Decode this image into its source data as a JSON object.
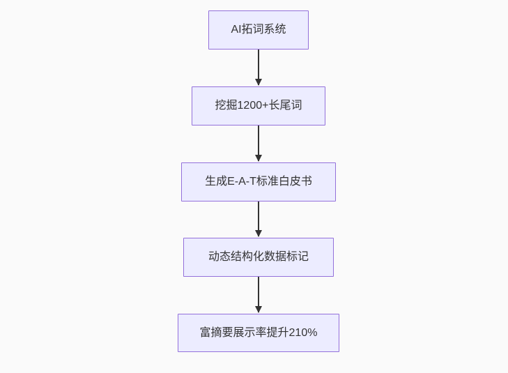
{
  "diagram": {
    "type": "flowchart",
    "direction": "top-down",
    "nodes": [
      {
        "id": "n1",
        "label": "AI拓词系统"
      },
      {
        "id": "n2",
        "label": "挖掘1200+长尾词"
      },
      {
        "id": "n3",
        "label": "生成E-A-T标准白皮书"
      },
      {
        "id": "n4",
        "label": "动态结构化数据标记"
      },
      {
        "id": "n5",
        "label": "富摘要展示率提升210%"
      }
    ],
    "edges": [
      {
        "from": "n1",
        "to": "n2"
      },
      {
        "from": "n2",
        "to": "n3"
      },
      {
        "from": "n3",
        "to": "n4"
      },
      {
        "from": "n4",
        "to": "n5"
      }
    ],
    "colors": {
      "background": "#fafafa",
      "node_fill": "#ececff",
      "node_border": "#9370db",
      "edge": "#333333",
      "text": "#333333"
    }
  }
}
